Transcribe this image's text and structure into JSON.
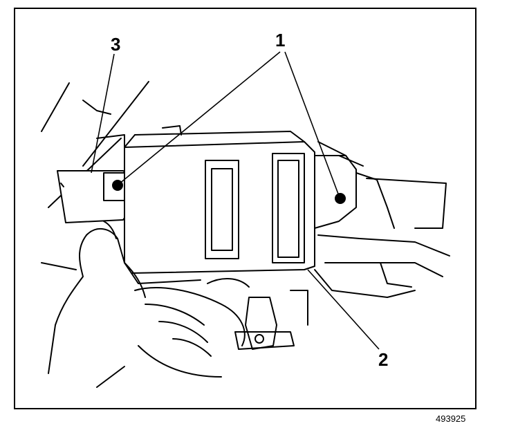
{
  "callouts": [
    {
      "id": "1",
      "text": "1"
    },
    {
      "id": "2",
      "text": "2"
    },
    {
      "id": "3",
      "text": "3"
    }
  ],
  "figure_number": "493925",
  "colors": {
    "line": "#000000",
    "background": "#ffffff"
  }
}
